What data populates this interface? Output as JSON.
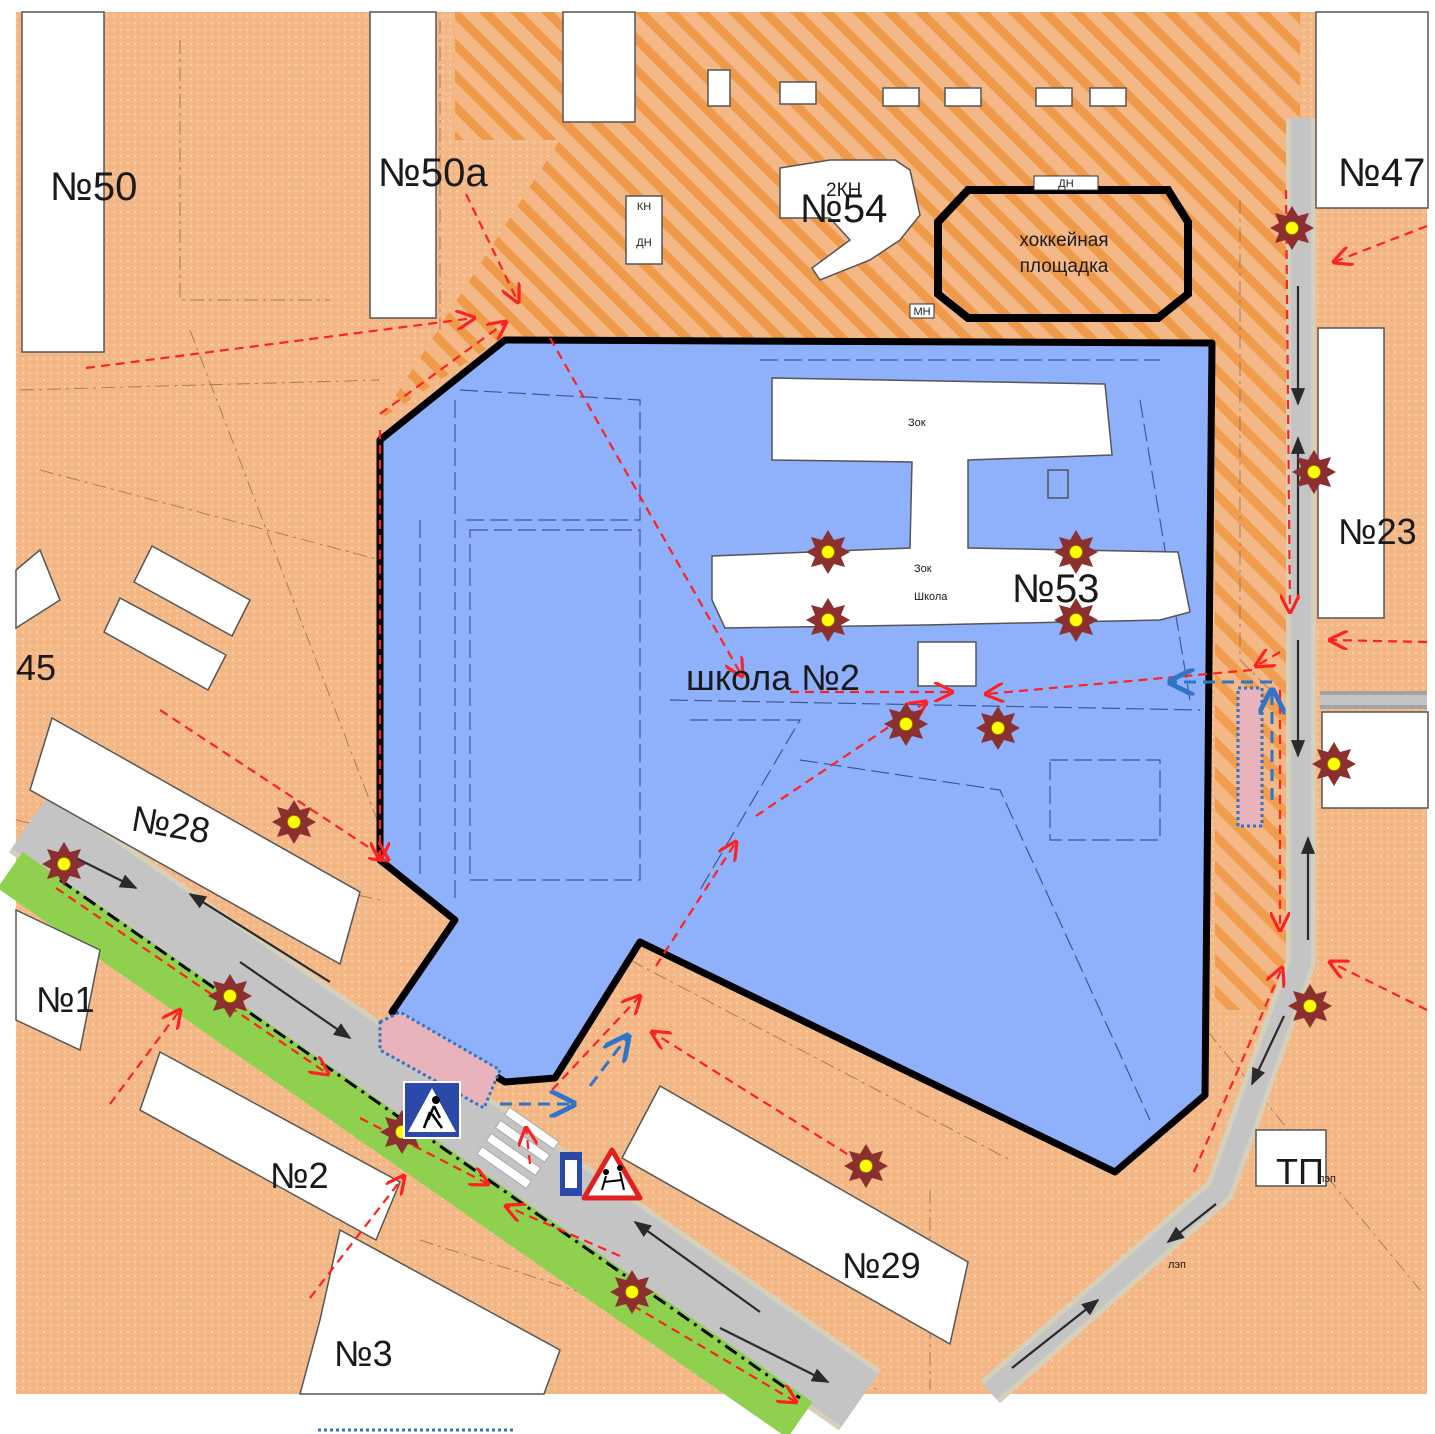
{
  "colors": {
    "ground": "#f4b886",
    "school_zone": "#8fb1fb",
    "building": "#ffffff",
    "road": "#c4c4c4",
    "road_edge": "#d6cfba",
    "green_strip": "#8fd14f",
    "hatch": "#ef9a4a",
    "danger_star": "#8b2f2f",
    "danger_dot": "#ffff00",
    "pedestrian_route": "#ff2020",
    "vehicle_route": "#2a2a2a",
    "bus_route": "#2e75c7",
    "stop_pad": "#e8b3ba"
  },
  "labels": {
    "b50": "№50",
    "b50a": "№50а",
    "b54": "№54",
    "b54_kn": "2КН",
    "b47": "№47",
    "b23": "№23",
    "b53": "№53",
    "school": "школа №2",
    "b28": "№28",
    "b45": "45",
    "b1": "№1",
    "b2": "№2",
    "b3": "№3",
    "b29": "№29",
    "tp": "ТП",
    "tp_sub": "лэп",
    "lep": "лэп",
    "rink_1": "хоккейная",
    "rink_2": "площадка",
    "kn": "КН",
    "dn": "ДН",
    "mn": "МН",
    "dn_top": "ДН",
    "zok_1": "Зок",
    "zok_2": "Зок",
    "shkola_small": "Школа"
  },
  "icons": {
    "danger": "danger-star-icon",
    "crosswalk_sign": "pedestrian-crossing-sign-icon",
    "children_sign": "children-warning-sign-icon"
  }
}
